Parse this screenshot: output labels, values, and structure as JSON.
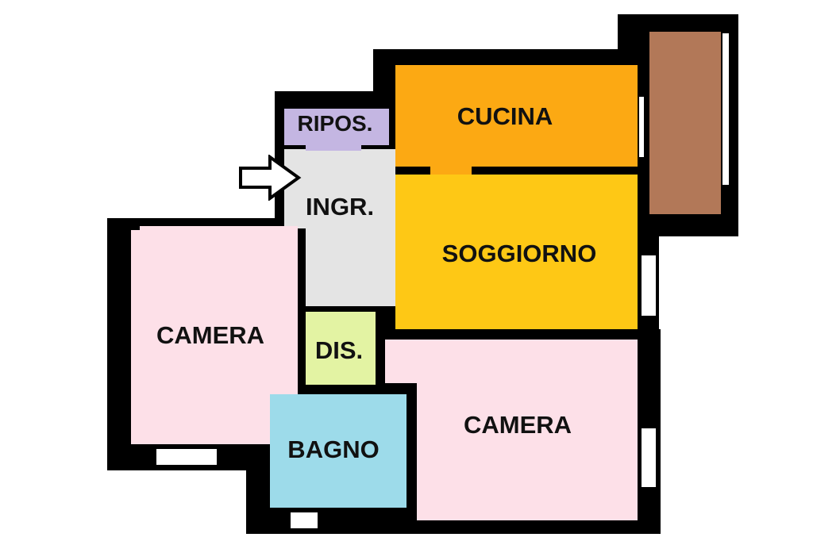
{
  "rooms": {
    "ripostiglio": {
      "label": "RIPOS.",
      "color": "#c4b6e2"
    },
    "cucina": {
      "label": "CUCINA",
      "color": "#fca913"
    },
    "ingresso": {
      "label": "INGR.",
      "color": "#e4e4e4"
    },
    "soggiorno": {
      "label": "SOGGIORNO",
      "color": "#fec815"
    },
    "camera_left": {
      "label": "CAMERA",
      "color": "#fde0e8"
    },
    "disimpegno": {
      "label": "DIS.",
      "color": "#e3f3a3"
    },
    "bagno": {
      "label": "BAGNO",
      "color": "#9ddbea"
    },
    "camera_right": {
      "label": "CAMERA",
      "color": "#fde0e8"
    },
    "balcone": {
      "color": "#b27858"
    }
  },
  "entrance_arrow": "arrow-right-icon"
}
